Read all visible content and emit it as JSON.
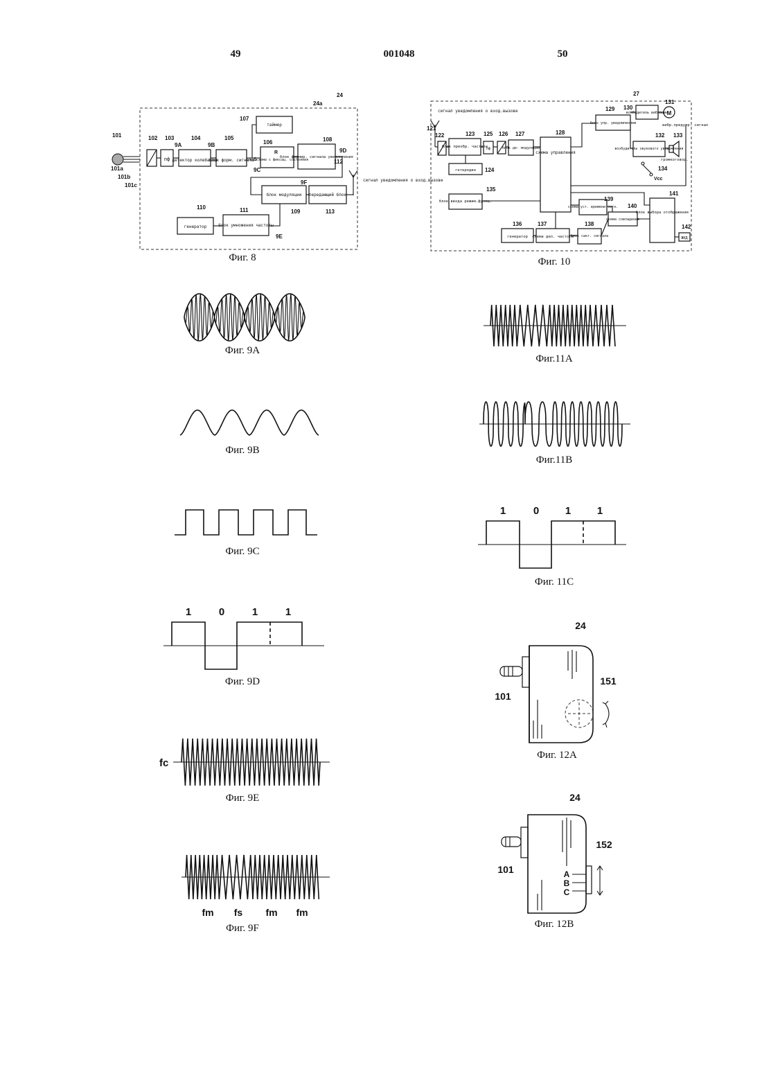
{
  "header": {
    "left_page": "49",
    "doc_number": "001048",
    "right_page": "50"
  },
  "fig8": {
    "caption": "Фиг. 8",
    "ref_main": "24",
    "ref_sub": "24a",
    "refs": [
      "101",
      "101a",
      "101b",
      "101c",
      "102",
      "103",
      "104",
      "105",
      "106",
      "107",
      "108",
      "109",
      "110",
      "111",
      "112",
      "113",
      "9A",
      "9B",
      "9C",
      "9D",
      "9E",
      "9F",
      "R",
      "S"
    ],
    "blocks": {
      "b103": "пф",
      "b104": "детектор колебаний",
      "b105": "блок форм. сигнала",
      "b106": "ключ.схема с фиксац. состояния",
      "b107": "таймер",
      "b108": "блок формир. сигнала уведомления",
      "b109": "блок модуляции",
      "b110": "генератор",
      "b111": "блок умножения частоты",
      "b112": "передающий блок"
    },
    "antenna_label": "сигнал уведомления о вход.вызове"
  },
  "fig10": {
    "caption": "Фиг. 10",
    "ref_main": "27",
    "refs": [
      "121",
      "122",
      "123",
      "124",
      "125",
      "126",
      "127",
      "128",
      "129",
      "130",
      "131",
      "132",
      "133",
      "134",
      "135",
      "136",
      "137",
      "138",
      "139",
      "140",
      "141",
      "142",
      "Vcc"
    ],
    "antenna_label": "сигнал уведомления о вход.вызове",
    "blocks": {
      "b123": "блок преобр. частоты",
      "b124": "гетеродин",
      "b125": "пф",
      "b127": "блок де- модуляции",
      "b128": "схема управления",
      "b129": "блок упр. уведомлением",
      "b130": "возбудитель вибрации",
      "b131": "M",
      "b132": "возбудитель звукового уведомления",
      "b135": "блок ввода режим.функц.",
      "b136": "генератор",
      "b137": "схема дел. частоты",
      "b138": "блок сакт. сигнала",
      "b139": "схема уст. времени сигн.",
      "b140": "схема совпадения",
      "b141": "блок выбора отображения",
      "b142": "ЖКД"
    },
    "vibr_label": "вибр.предупр. сигнал",
    "speaker_label": "громкоговор."
  },
  "fig9A": {
    "caption": "Фиг. 9A"
  },
  "fig9B": {
    "caption": "Фиг. 9B"
  },
  "fig9C": {
    "caption": "Фиг. 9C"
  },
  "fig9D": {
    "caption": "Фиг. 9D",
    "bits": [
      "1",
      "0",
      "1",
      "1"
    ]
  },
  "fig9E": {
    "caption": "Фиг. 9E",
    "label": "fc"
  },
  "fig9F": {
    "caption": "Фиг. 9F",
    "labels": [
      "fm",
      "fs",
      "fm",
      "fm"
    ]
  },
  "fig11A": {
    "caption": "Фиг.11A"
  },
  "fig11B": {
    "caption": "Фиг.11B"
  },
  "fig11C": {
    "caption": "Фиг. 11C",
    "bits": [
      "1",
      "0",
      "1",
      "1"
    ]
  },
  "fig12A": {
    "caption": "Фиг. 12A",
    "refs": [
      "24",
      "101",
      "151"
    ]
  },
  "fig12B": {
    "caption": "Фиг. 12B",
    "refs": [
      "24",
      "101",
      "152"
    ],
    "switch_labels": [
      "A",
      "B",
      "C"
    ]
  }
}
